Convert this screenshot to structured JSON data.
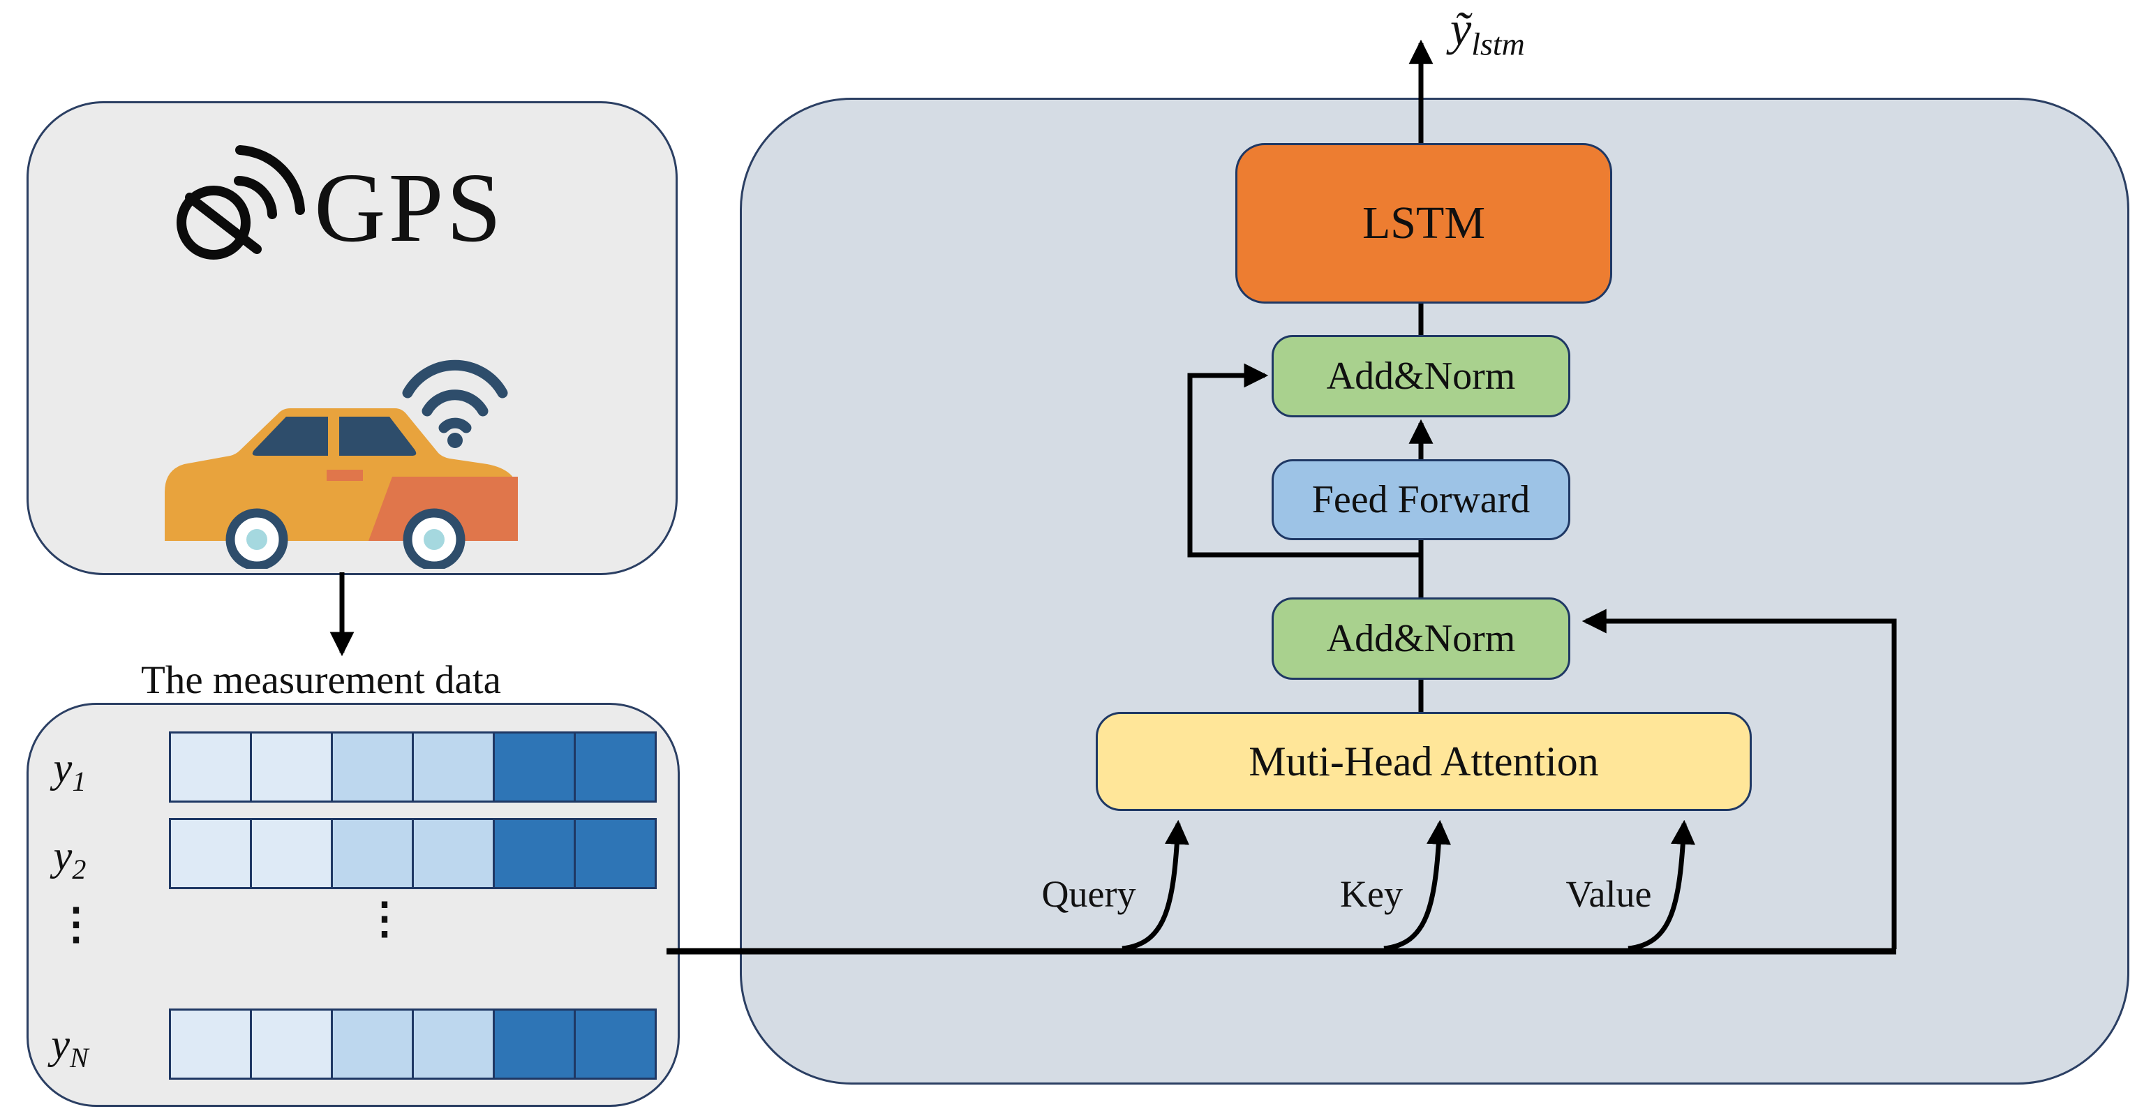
{
  "figure": {
    "output": {
      "variable": "ỹ",
      "subscript": "lstm"
    },
    "gps_panel": {
      "label": "GPS"
    },
    "caption": "The measurement data",
    "matrix": {
      "row_labels": [
        {
          "base": "y",
          "sub": "1"
        },
        {
          "base": "y",
          "sub": "2"
        },
        {
          "base": "y",
          "sub": "N"
        }
      ],
      "ellipsis": "⋮",
      "cells_per_row": 6,
      "cell_shades": [
        "#DEEAF6",
        "#DEEAF6",
        "#BDD7EE",
        "#BDD7EE",
        "#2E75B6",
        "#2E75B6"
      ]
    },
    "encoder": {
      "lstm": "LSTM",
      "add_norm_top": "Add&Norm",
      "feed_forward": "Feed Forward",
      "add_norm_bottom": "Add&Norm",
      "attention": "Muti-Head Attention",
      "inputs": {
        "query": "Query",
        "key": "Key",
        "value": "Value"
      }
    },
    "colors": {
      "panel_bg": "#D5DCE4",
      "gray_box_bg": "#EBEBEB",
      "lstm_fill": "#ED7D31",
      "add_norm_fill": "#A9D18E",
      "feed_forward_fill": "#9DC3E6",
      "attention_fill": "#FFE699",
      "cell_dark_blue": "#2E75B6",
      "cell_mid_blue": "#BDD7EE",
      "cell_light_blue": "#DEEAF6",
      "border_navy": "#2B3F63",
      "wire_black": "#000000",
      "car_body": "#E8A33D",
      "car_rear": "#E0764B",
      "car_window_navy": "#2E4D6B",
      "wheel_hub_blue": "#A5D8DF"
    }
  }
}
